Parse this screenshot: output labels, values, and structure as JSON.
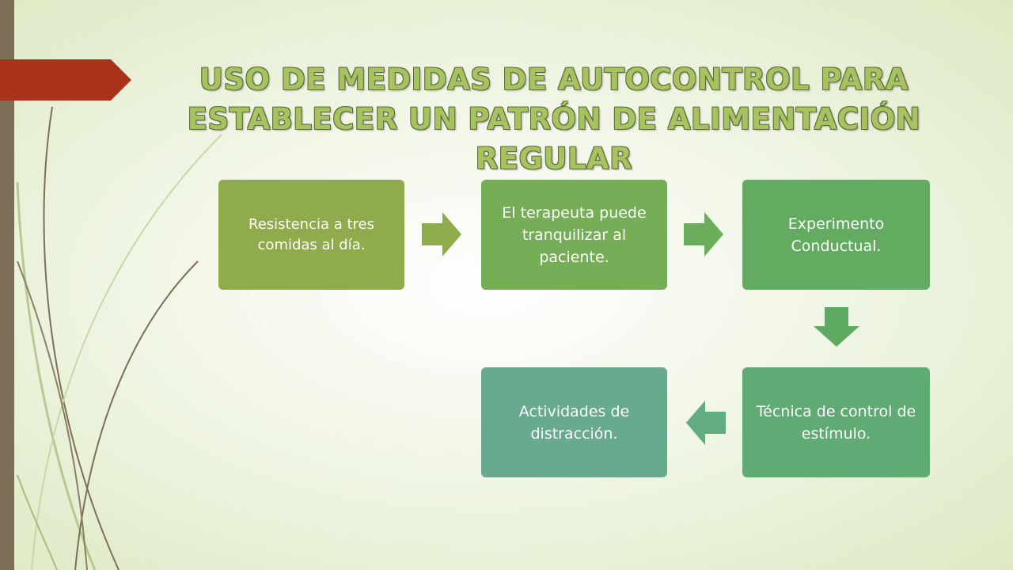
{
  "title": {
    "line1": "USO DE MEDIDAS DE AUTOCONTROL PARA",
    "line2": "ESTABLECER UN PATRÓN DE ALIMENTACIÓN REGULAR"
  },
  "steps": [
    {
      "label": "Resistencia a tres comidas al día."
    },
    {
      "label": "El terapeuta puede tranquilizar al paciente."
    },
    {
      "label": "Experimento Conductual."
    },
    {
      "label": "Técnica de control de estímulo."
    },
    {
      "label": "Actividades de distracción."
    }
  ],
  "colors": {
    "title": "#a6c35f",
    "accent_tab": "#a8331a",
    "side_bar": "#7c6f55",
    "step1": "#8fab4b",
    "step2": "#75ae57",
    "step3": "#62ab60",
    "step4": "#60ab73",
    "step5": "#67aa8e"
  }
}
